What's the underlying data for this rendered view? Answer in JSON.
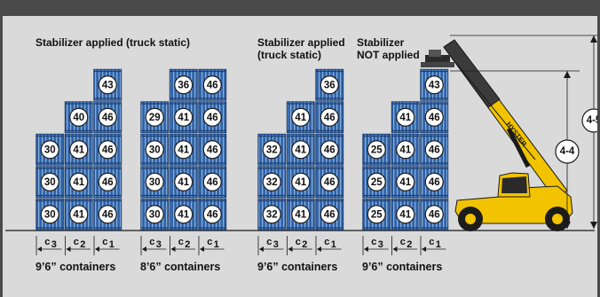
{
  "groups": [
    {
      "label_lines": [
        "Stabilizer applied (truck static)"
      ],
      "caption": "9’6” containers",
      "columns": [
        {
          "values": [
            "30",
            "30",
            "30"
          ]
        },
        {
          "values": [
            "41",
            "41",
            "41",
            "40"
          ]
        },
        {
          "values": [
            "46",
            "46",
            "46",
            "46",
            "43"
          ]
        }
      ],
      "subscripts": [
        "3",
        "2",
        "1"
      ]
    },
    {
      "label_lines": [],
      "caption": "8’6” containers",
      "columns": [
        {
          "values": [
            "30",
            "30",
            "30",
            "29"
          ]
        },
        {
          "values": [
            "41",
            "41",
            "41",
            "41",
            "36"
          ]
        },
        {
          "values": [
            "46",
            "46",
            "46",
            "46",
            "46"
          ]
        }
      ],
      "subscripts": [
        "3",
        "2",
        "1"
      ]
    },
    {
      "label_lines": [
        "Stabilizer applied",
        "(truck static)"
      ],
      "caption": "9’6” containers",
      "columns": [
        {
          "values": [
            "32",
            "32",
            "32"
          ]
        },
        {
          "values": [
            "41",
            "41",
            "41",
            "41"
          ]
        },
        {
          "values": [
            "46",
            "46",
            "46",
            "46",
            "36"
          ]
        }
      ],
      "subscripts": [
        "3",
        "2",
        "1"
      ]
    },
    {
      "label_lines": [
        "Stabilizer",
        "NOT applied"
      ],
      "caption": "9’6” containers",
      "columns": [
        {
          "values": [
            "25",
            "25",
            "25"
          ]
        },
        {
          "values": [
            "41",
            "41",
            "41",
            "41"
          ]
        },
        {
          "values": [
            "46",
            "46",
            "46",
            "46",
            "43"
          ]
        }
      ],
      "subscripts": [
        "3",
        "2",
        "1"
      ]
    }
  ],
  "column_symbol": "c",
  "dimensions": {
    "inner": "4-4",
    "outer": "4-5"
  },
  "truck_brand": "HYSTER",
  "colors": {
    "container_blue": "#2f63a8",
    "container_rib": "#8fb3de",
    "truck_yellow": "#f2c300",
    "frame": "#4a4a4a",
    "background": "#dadada"
  }
}
